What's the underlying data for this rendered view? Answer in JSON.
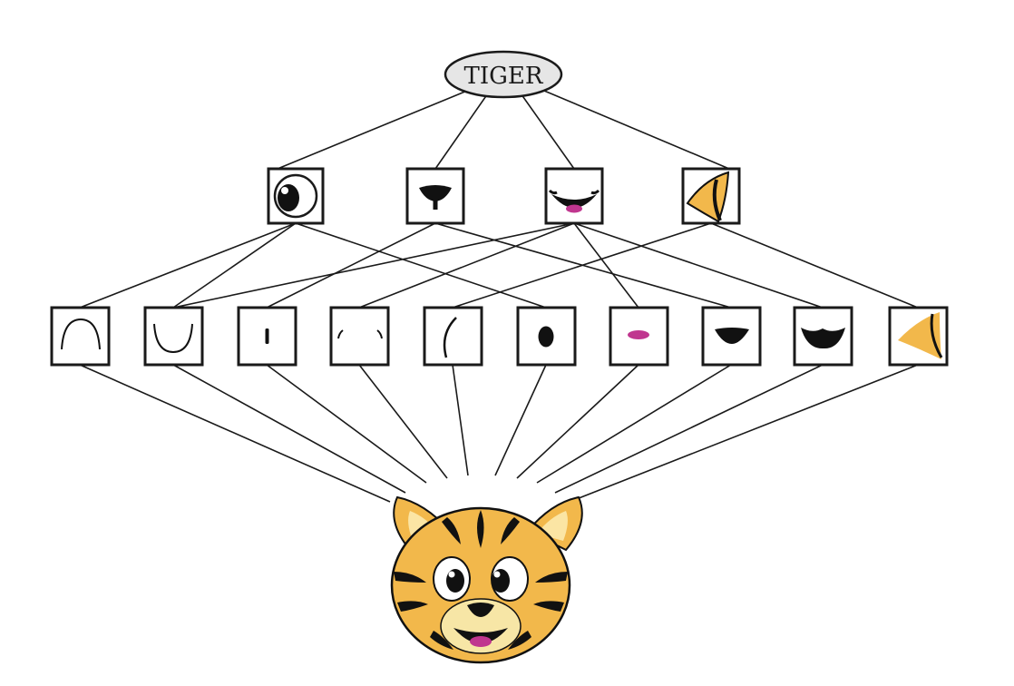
{
  "root": {
    "label": "TIGER"
  },
  "colors": {
    "tiger_orange": "#f2b84b",
    "stripe": "#111111",
    "mouth_pink": "#c0368f",
    "muzzle": "#f7e6a6",
    "line": "#1a1a1a",
    "root_fill": "#e6e6e6"
  },
  "mid_features": [
    {
      "icon": "eye-icon"
    },
    {
      "icon": "nose-icon"
    },
    {
      "icon": "smiling-mouth-icon"
    },
    {
      "icon": "ear-icon"
    }
  ],
  "low_features": [
    {
      "icon": "arch-curve-icon"
    },
    {
      "icon": "cup-curve-icon"
    },
    {
      "icon": "vertical-dash-icon"
    },
    {
      "icon": "eyebrow-ticks-icon"
    },
    {
      "icon": "left-arc-icon"
    },
    {
      "icon": "pupil-icon"
    },
    {
      "icon": "tongue-icon"
    },
    {
      "icon": "nose-tip-icon"
    },
    {
      "icon": "mouth-shape-icon"
    },
    {
      "icon": "ear-patch-icon"
    }
  ],
  "root_to_mid": [
    0,
    1,
    2,
    3
  ],
  "mid_to_low": [
    [
      0,
      0
    ],
    [
      0,
      1
    ],
    [
      0,
      5
    ],
    [
      1,
      2
    ],
    [
      1,
      7
    ],
    [
      2,
      1
    ],
    [
      2,
      3
    ],
    [
      2,
      6
    ],
    [
      2,
      8
    ],
    [
      3,
      4
    ],
    [
      3,
      9
    ]
  ],
  "low_to_face": [
    0,
    1,
    2,
    3,
    4,
    5,
    6,
    7,
    8,
    9
  ]
}
